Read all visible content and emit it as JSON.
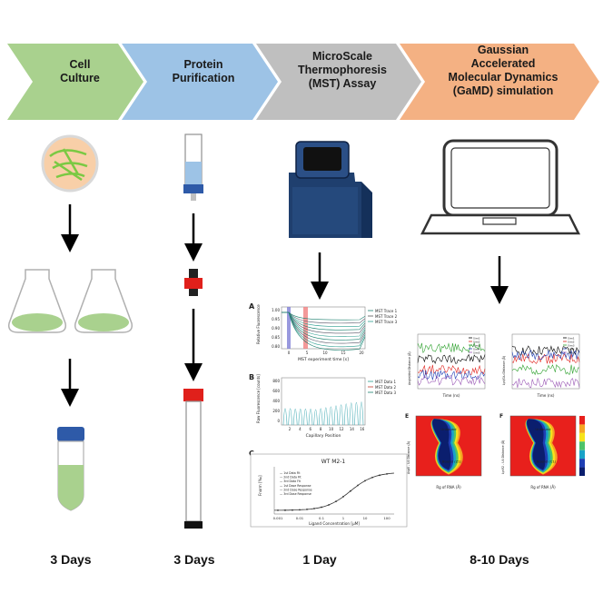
{
  "steps": [
    {
      "label_lines": [
        "Cell",
        "Culture"
      ],
      "color": "#a9d18e",
      "days": "3 Days"
    },
    {
      "label_lines": [
        "Protein",
        "Purification"
      ],
      "color": "#9dc3e6",
      "days": "3 Days"
    },
    {
      "label_lines": [
        "MicroScale",
        "Thermophoresis",
        "(MST) Assay"
      ],
      "color": "#bfbfbf",
      "days": "1 Day"
    },
    {
      "label_lines": [
        "Gaussian",
        "Accelerated",
        "Molecular Dynamics",
        "(GaMD) simulation"
      ],
      "color": "#f4b183",
      "days": "8-10 Days"
    }
  ],
  "mst_panels": {
    "a": {
      "letter": "A",
      "ylabel": "Relative Fluorescence",
      "xlabel": "MST experiment time [s]",
      "yticks": [
        "1.00",
        "0.95",
        "0.90",
        "0.85",
        "0.80"
      ],
      "xticks": [
        "0",
        "5",
        "10",
        "15",
        "20"
      ],
      "legend": [
        "MST Trace 1",
        "MST Trace 2",
        "MST Trace 3"
      ]
    },
    "b": {
      "letter": "B",
      "ylabel": "Raw Fluorescence [counts]",
      "xlabel": "Capillary Position",
      "yticks": [
        "800",
        "600",
        "400",
        "200",
        "0"
      ],
      "xticks": [
        "2",
        "4",
        "6",
        "8",
        "10",
        "12",
        "14",
        "16"
      ],
      "legend": [
        "MST Data 1",
        "MST Data 2",
        "MST Data 3"
      ]
    },
    "c": {
      "letter": "C",
      "title": "WT M2-1",
      "ylabel": "Fnorm [‰]",
      "xlabel": "Ligand Concentration [µM]",
      "xticks": [
        "0.001",
        "0.01",
        "0.1",
        "1",
        "10",
        "100"
      ],
      "legend": [
        "1st Data Fit",
        "2nd Data Fit",
        "3rd Data Fit",
        "1st Dose Response",
        "2nd Dose Response",
        "3rd Dose Response"
      ]
    }
  },
  "gamd_panels": {
    "top_left": {
      "ylabel": "Angle/dist Distance (Å)",
      "xlabel": "Time (ns)",
      "legend": [
        "Sim1",
        "Sim2",
        "Sim3",
        "Sim4",
        "Sim5"
      ]
    },
    "top_right": {
      "ylabel": "Lys/Glu Distance (Å)",
      "xlabel": "Time (ns)",
      "legend": [
        "Sim1",
        "Sim2",
        "Sim3",
        "Sim4",
        "Sim5"
      ]
    },
    "e": {
      "letter": "E",
      "ylabel": "Asp8 - U4 Distance (Å)",
      "xlabel": "Rg of RNA (Å)",
      "basins": [
        "Unbound",
        "Bound (Z1)"
      ]
    },
    "f": {
      "letter": "F",
      "ylabel": "Lys92 - U4 Distance (Å)",
      "xlabel": "Rg of RNA (Å)",
      "basins": [
        "Unbound",
        "Bound (C1)"
      ]
    }
  },
  "colors": {
    "arrow": "#000000",
    "agar_green": "#7ac943",
    "medium_green": "#a9d18e",
    "column_blue": "#9dc3e6",
    "cap_red": "#e0201b",
    "mst_device": "#1f3f6e"
  }
}
